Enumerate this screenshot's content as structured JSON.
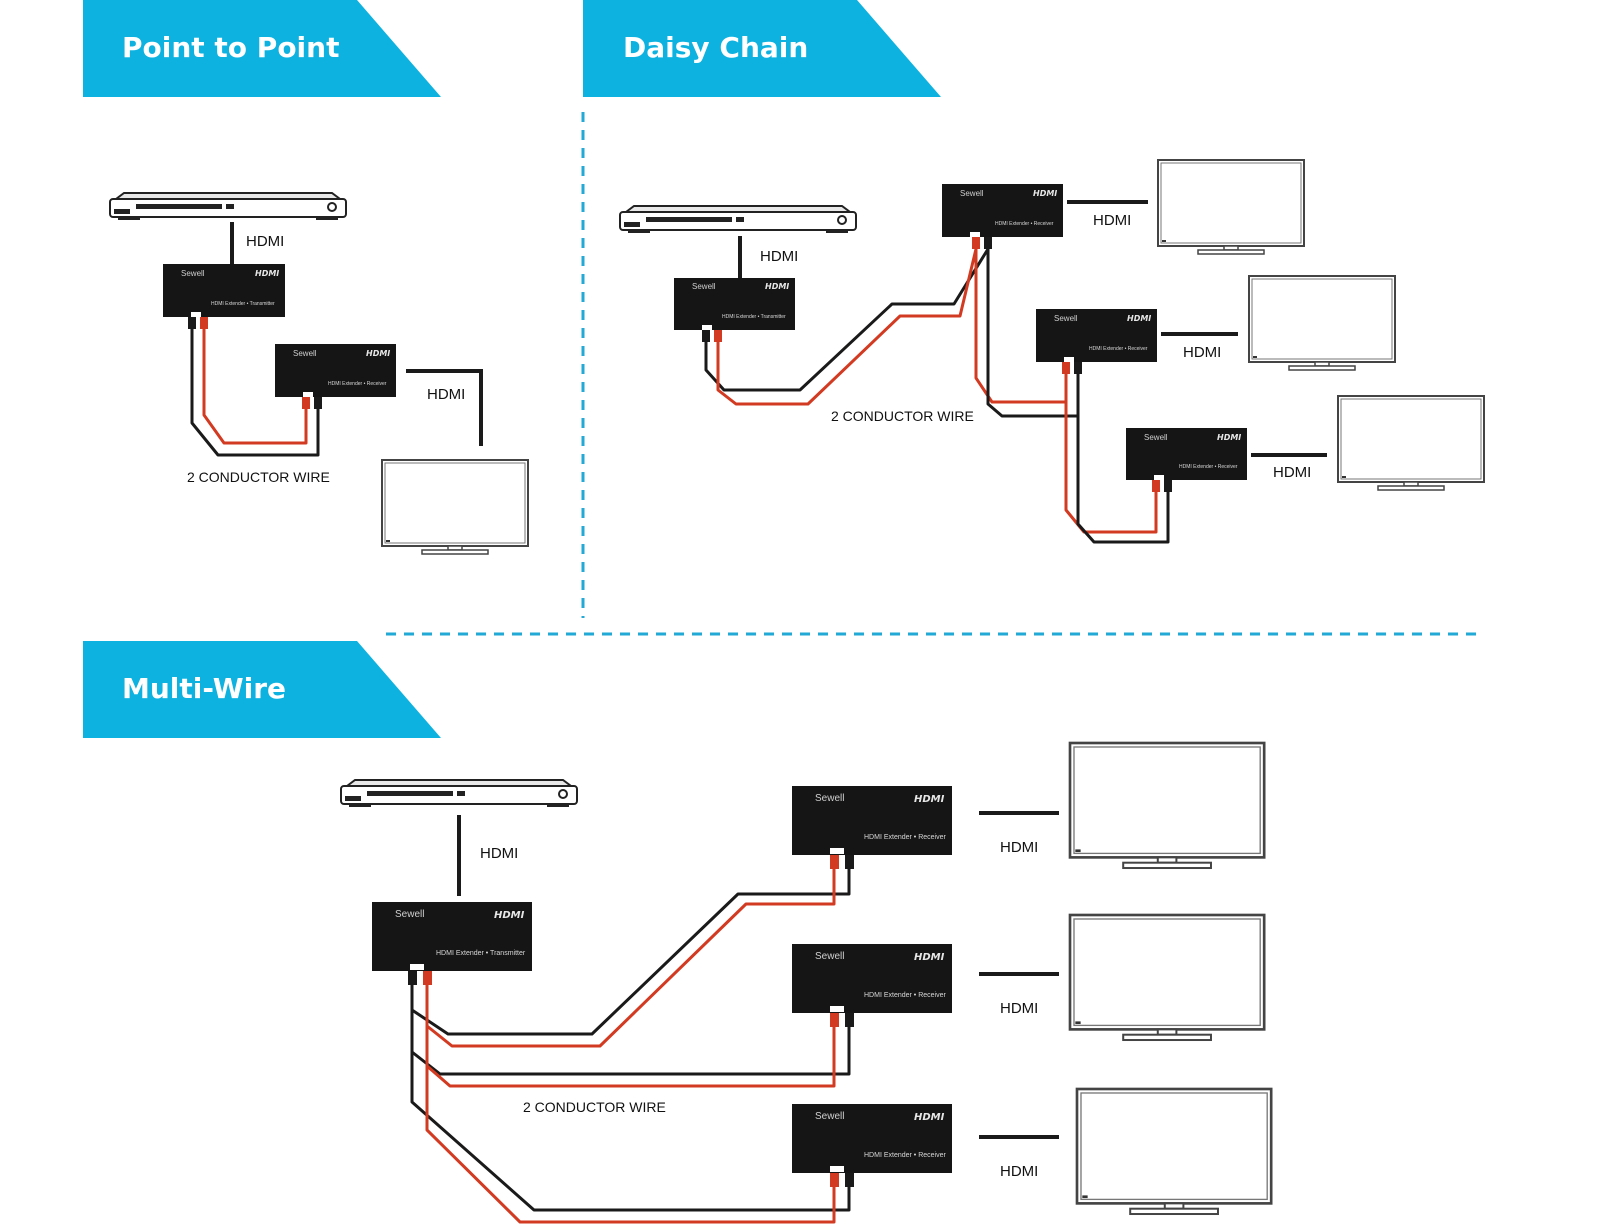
{
  "sections": {
    "point_to_point": {
      "title": "Point to Point"
    },
    "daisy_chain": {
      "title": "Daisy Chain"
    },
    "multi_wire": {
      "title": "Multi-Wire"
    }
  },
  "labels": {
    "hdmi": "HDMI",
    "wire": "2 CONDUCTOR WIRE"
  },
  "device": {
    "brand": "Sewell",
    "logo": "HDMI",
    "transmitter": "HDMI Extender • Transmitter",
    "receiver": "HDMI Extender • Receiver"
  },
  "colors": {
    "banner": "#0db2e0",
    "divider": "#22a9d6",
    "wire_red": "#d23a21",
    "wire_black": "#1a1a1a"
  }
}
